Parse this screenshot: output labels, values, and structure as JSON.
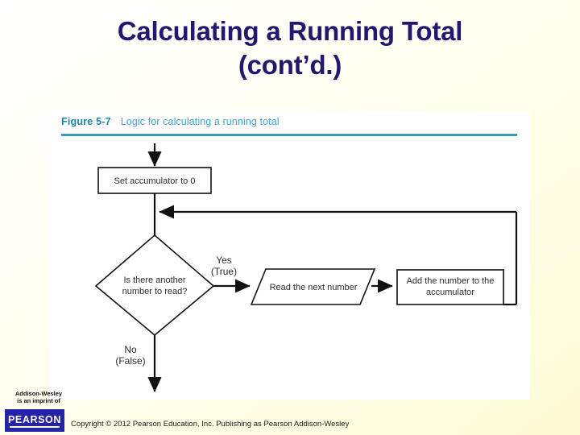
{
  "slide": {
    "title_lines": [
      "Calculating a Running Total",
      "(cont’d.)"
    ],
    "title_color": "#241773",
    "background_tint": "#fdfbd4"
  },
  "figure": {
    "number": "Figure 5-7",
    "caption": "Logic for calculating a running total",
    "caption_color": "#3aa6cc",
    "rule_color": "#3a9bc1"
  },
  "chart_data": {
    "type": "diagram",
    "diagram_kind": "flowchart",
    "title": "Logic for calculating a running total",
    "nodes": [
      {
        "id": "start-arrow",
        "shape": "arrow",
        "label": ""
      },
      {
        "id": "set-accumulator",
        "shape": "process",
        "label": "Set accumulator to 0"
      },
      {
        "id": "decision",
        "shape": "decision",
        "label": "Is there another number to read?"
      },
      {
        "id": "read-number",
        "shape": "input-output",
        "label": "Read the next number"
      },
      {
        "id": "add-number",
        "shape": "process",
        "label": "Add the number to the accumulator"
      }
    ],
    "edges": [
      {
        "from": "start-arrow",
        "to": "set-accumulator",
        "label": ""
      },
      {
        "from": "set-accumulator",
        "to": "decision",
        "label": ""
      },
      {
        "from": "decision",
        "to": "read-number",
        "label": "Yes (True)"
      },
      {
        "from": "read-number",
        "to": "add-number",
        "label": ""
      },
      {
        "from": "add-number",
        "to": "set-accumulator-exit",
        "label": ""
      },
      {
        "from": "decision",
        "to": "end",
        "label": "No (False)"
      }
    ]
  },
  "flowchart": {
    "box_set_accumulator": "Set accumulator to 0",
    "decision_line1": "Is there another",
    "decision_line2": "number to read?",
    "yes_line1": "Yes",
    "yes_line2": "(True)",
    "no_line1": "No",
    "no_line2": "(False)",
    "io_read_number": "Read the next number",
    "box_add_line1": "Add the number to the",
    "box_add_line2": "accumulator"
  },
  "footer": {
    "imprint_line1": "Addison-Wesley",
    "imprint_line2": "is an imprint of",
    "logo_text": "PEARSON",
    "logo_color": "#2222aa",
    "copyright": "Copyright © 2012 Pearson Education, Inc. Publishing as Pearson Addison-Wesley"
  }
}
